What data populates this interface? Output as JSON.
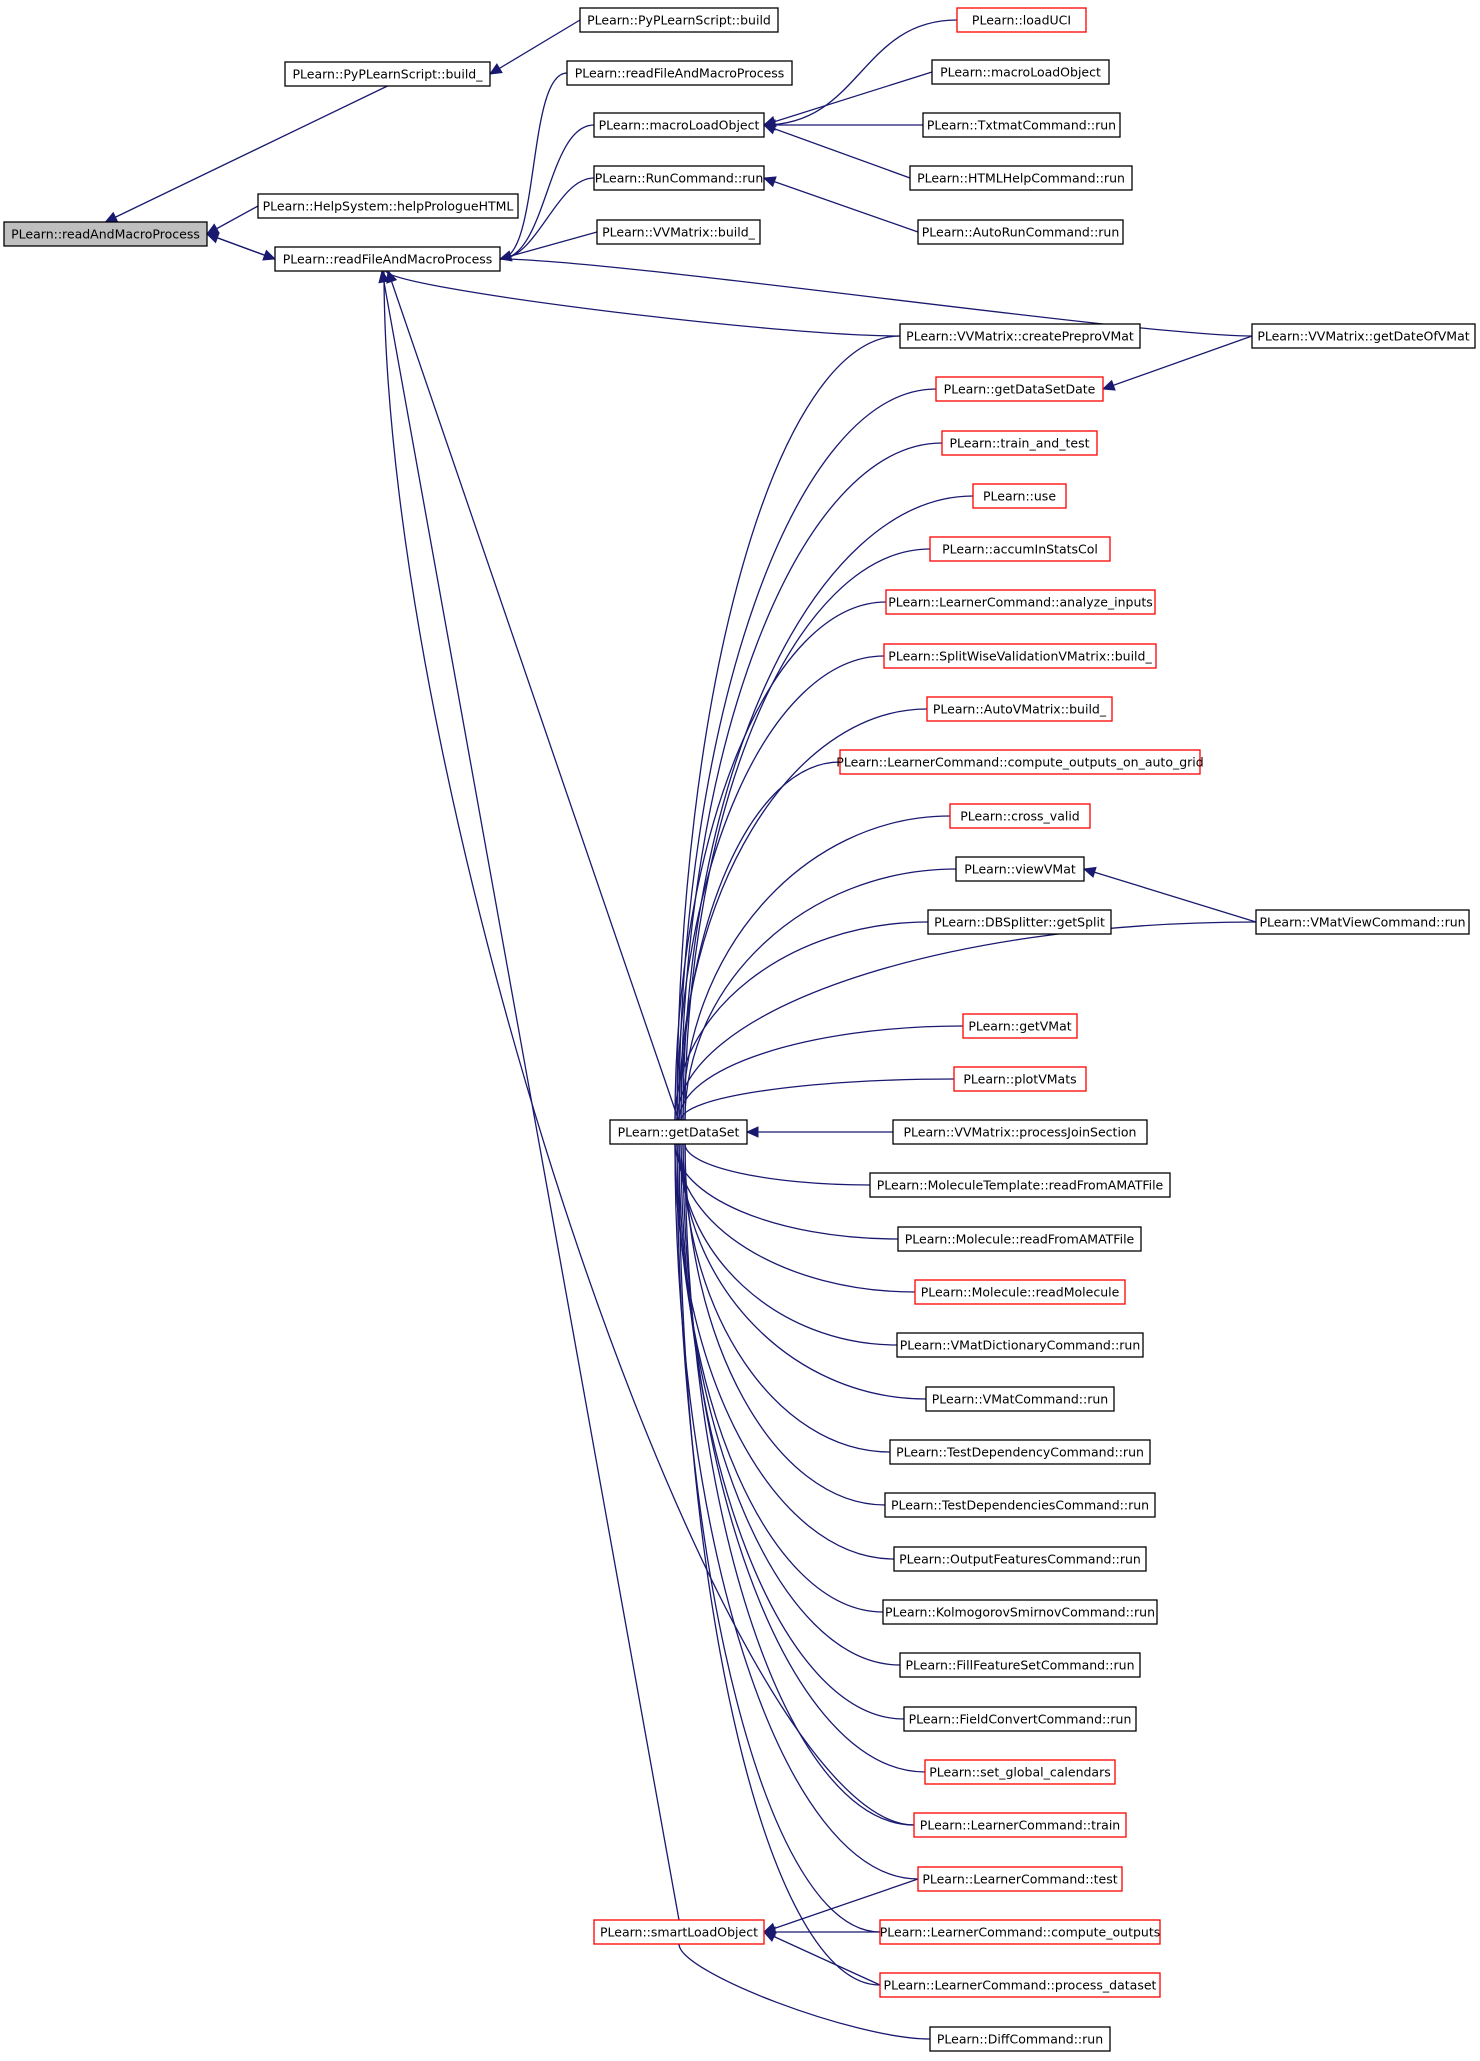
{
  "colors": {
    "edge": "#191970",
    "border_normal": "#000000",
    "border_truncated": "#ff0000",
    "focus_fill": "#bfbfbf",
    "background": "#ffffff"
  },
  "nodes": {
    "readAndMacroProcess": {
      "label": "PLearn::readAndMacroProcess",
      "style": "focus"
    },
    "pyBuild_": {
      "label": "PLearn::PyPLearnScript::build_",
      "style": "normal"
    },
    "pyBuild": {
      "label": "PLearn::PyPLearnScript::build",
      "style": "normal"
    },
    "helpPrologue": {
      "label": "PLearn::HelpSystem::helpPrologueHTML",
      "style": "normal"
    },
    "readFileAndMacroProcess": {
      "label": "PLearn::readFileAndMacroProcess",
      "style": "normal"
    },
    "readFileAndMacroProcess2": {
      "label": "PLearn::readFileAndMacroProcess",
      "style": "normal"
    },
    "macroLoadObject": {
      "label": "PLearn::macroLoadObject",
      "style": "normal"
    },
    "runCommandRun": {
      "label": "PLearn::RunCommand::run",
      "style": "normal"
    },
    "vvBuild_": {
      "label": "PLearn::VVMatrix::build_",
      "style": "normal"
    },
    "loadUCI": {
      "label": "PLearn::loadUCI",
      "style": "red"
    },
    "macroLoadObject2": {
      "label": "PLearn::macroLoadObject",
      "style": "normal"
    },
    "txtmatRun": {
      "label": "PLearn::TxtmatCommand::run",
      "style": "normal"
    },
    "htmlHelpRun": {
      "label": "PLearn::HTMLHelpCommand::run",
      "style": "normal"
    },
    "autoRunRun": {
      "label": "PLearn::AutoRunCommand::run",
      "style": "normal"
    },
    "createPreproVMat": {
      "label": "PLearn::VVMatrix::createPreproVMat",
      "style": "normal"
    },
    "getDateOfVMat": {
      "label": "PLearn::VVMatrix::getDateOfVMat",
      "style": "normal"
    },
    "getDataSetDate": {
      "label": "PLearn::getDataSetDate",
      "style": "red"
    },
    "trainAndTest": {
      "label": "PLearn::train_and_test",
      "style": "red"
    },
    "use": {
      "label": "PLearn::use",
      "style": "red"
    },
    "accumInStatsCol": {
      "label": "PLearn::accumInStatsCol",
      "style": "red"
    },
    "analyzeInputs": {
      "label": "PLearn::LearnerCommand::analyze_inputs",
      "style": "red"
    },
    "splitWiseBuild": {
      "label": "PLearn::SplitWiseValidationVMatrix::build_",
      "style": "red"
    },
    "autoVMatBuild": {
      "label": "PLearn::AutoVMatrix::build_",
      "style": "red"
    },
    "computeOutputsGrid": {
      "label": "PLearn::LearnerCommand::compute_outputs_on_auto_grid",
      "style": "red"
    },
    "crossValid": {
      "label": "PLearn::cross_valid",
      "style": "red"
    },
    "viewVMat": {
      "label": "PLearn::viewVMat",
      "style": "normal"
    },
    "dbGetSplit": {
      "label": "PLearn::DBSplitter::getSplit",
      "style": "normal"
    },
    "vmatViewRun": {
      "label": "PLearn::VMatViewCommand::run",
      "style": "normal"
    },
    "getVMat": {
      "label": "PLearn::getVMat",
      "style": "red"
    },
    "plotVMats": {
      "label": "PLearn::plotVMats",
      "style": "red"
    },
    "getDataSet": {
      "label": "PLearn::getDataSet",
      "style": "normal"
    },
    "processJoinSection": {
      "label": "PLearn::VVMatrix::processJoinSection",
      "style": "normal"
    },
    "molTemplateRead": {
      "label": "PLearn::MoleculeTemplate::readFromAMATFile",
      "style": "normal"
    },
    "molReadAMAT": {
      "label": "PLearn::Molecule::readFromAMATFile",
      "style": "normal"
    },
    "readMolecule": {
      "label": "PLearn::Molecule::readMolecule",
      "style": "red"
    },
    "vmatDictRun": {
      "label": "PLearn::VMatDictionaryCommand::run",
      "style": "normal"
    },
    "vmatCmdRun": {
      "label": "PLearn::VMatCommand::run",
      "style": "normal"
    },
    "testDepRun": {
      "label": "PLearn::TestDependencyCommand::run",
      "style": "normal"
    },
    "testDepsRun": {
      "label": "PLearn::TestDependenciesCommand::run",
      "style": "normal"
    },
    "outputFeatRun": {
      "label": "PLearn::OutputFeaturesCommand::run",
      "style": "normal"
    },
    "kolmogorovRun": {
      "label": "PLearn::KolmogorovSmirnovCommand::run",
      "style": "normal"
    },
    "fillFeatureRun": {
      "label": "PLearn::FillFeatureSetCommand::run",
      "style": "normal"
    },
    "fieldConvertRun": {
      "label": "PLearn::FieldConvertCommand::run",
      "style": "normal"
    },
    "setGlobalCal": {
      "label": "PLearn::set_global_calendars",
      "style": "red"
    },
    "lcTrain": {
      "label": "PLearn::LearnerCommand::train",
      "style": "red"
    },
    "lcTest": {
      "label": "PLearn::LearnerCommand::test",
      "style": "red"
    },
    "smartLoadObject": {
      "label": "PLearn::smartLoadObject",
      "style": "red"
    },
    "lcComputeOutputs": {
      "label": "PLearn::LearnerCommand::compute_outputs",
      "style": "red"
    },
    "lcProcessDataset": {
      "label": "PLearn::LearnerCommand::process_dataset",
      "style": "red"
    },
    "diffRun": {
      "label": "PLearn::DiffCommand::run",
      "style": "normal"
    }
  }
}
